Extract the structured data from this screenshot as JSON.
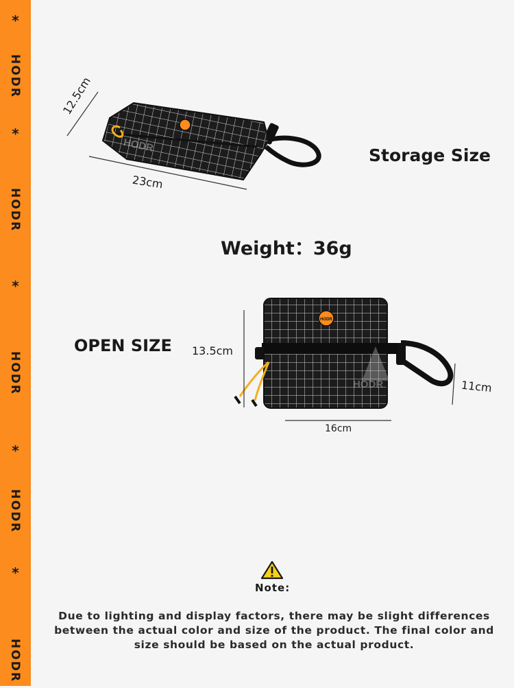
{
  "sidebar": {
    "items": [
      {
        "type": "star",
        "text": "*"
      },
      {
        "type": "brand",
        "text": "HODR"
      },
      {
        "type": "star",
        "text": "*"
      },
      {
        "type": "brand",
        "text": "HODR"
      },
      {
        "type": "star",
        "text": "*"
      },
      {
        "type": "brand",
        "text": "HODR"
      },
      {
        "type": "star",
        "text": "*"
      },
      {
        "type": "brand",
        "text": "HODR"
      },
      {
        "type": "star",
        "text": "*"
      },
      {
        "type": "brand",
        "text": "HODR"
      }
    ],
    "color": "#fb8c1d"
  },
  "storage": {
    "title": "Storage Size",
    "height_label": "12.5cm",
    "width_label": "23cm"
  },
  "weight": {
    "label": "Weight：36g"
  },
  "open": {
    "title": "OPEN SIZE",
    "height_label": "13.5cm",
    "depth_label": "11cm",
    "width_label": "16cm"
  },
  "logo": {
    "text": "HODR",
    "watermark": "HODR"
  },
  "note": {
    "icon": "warning-icon",
    "label": "Note:",
    "text": "Due to lighting and display factors, there may be slight differences between the actual color and size of the product. The final color and size should be based on the actual product."
  },
  "colors": {
    "fabric": "#1c1c1c",
    "grid": "#d9d9d9",
    "accent": "#fb8c1d",
    "cord": "#f2b01e"
  }
}
